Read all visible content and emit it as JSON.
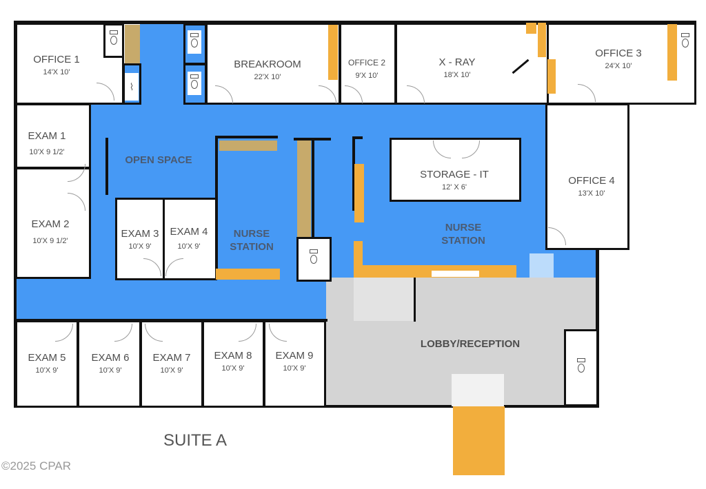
{
  "title": "SUITE A",
  "copyright": "©2025 CPAR",
  "colors": {
    "corridor": "#4699f5",
    "lobby": "#d4d4d4",
    "counter": "#f2ae3d",
    "cabinet": "#c7aa6b",
    "wall": "#111111"
  },
  "rooms": {
    "office1": {
      "name": "OFFICE 1",
      "dims": "14'X 10'"
    },
    "breakroom": {
      "name": "BREAKROOM",
      "dims": "22'X 10'"
    },
    "office2": {
      "name": "OFFICE 2",
      "dims": "9'X 10'"
    },
    "xray": {
      "name": "X - RAY",
      "dims": "18'X 10'"
    },
    "office3": {
      "name": "OFFICE 3",
      "dims": "24'X 10'"
    },
    "exam1": {
      "name": "EXAM 1",
      "dims": "10'X 9 1/2'"
    },
    "exam2": {
      "name": "EXAM 2",
      "dims": "10'X 9 1/2'"
    },
    "exam3": {
      "name": "EXAM 3",
      "dims": "10'X 9'"
    },
    "exam4": {
      "name": "EXAM 4",
      "dims": "10'X 9'"
    },
    "storage": {
      "name": "STORAGE - IT",
      "dims": "12' X 6'"
    },
    "office4": {
      "name": "OFFICE 4",
      "dims": "13'X 10'"
    },
    "exam5": {
      "name": "EXAM 5",
      "dims": "10'X 9'"
    },
    "exam6": {
      "name": "EXAM 6",
      "dims": "10'X 9'"
    },
    "exam7": {
      "name": "EXAM 7",
      "dims": "10'X 9'"
    },
    "exam8": {
      "name": "EXAM 8",
      "dims": "10'X 9'"
    },
    "exam9": {
      "name": "EXAM 9",
      "dims": "10'X 9'"
    }
  },
  "areas": {
    "open_space": "OPEN SPACE",
    "nurse_station_1_line1": "NURSE",
    "nurse_station_1_line2": "STATION",
    "nurse_station_2_line1": "NURSE",
    "nurse_station_2_line2": "STATION",
    "lobby": "LOBBY/RECEPTION"
  }
}
